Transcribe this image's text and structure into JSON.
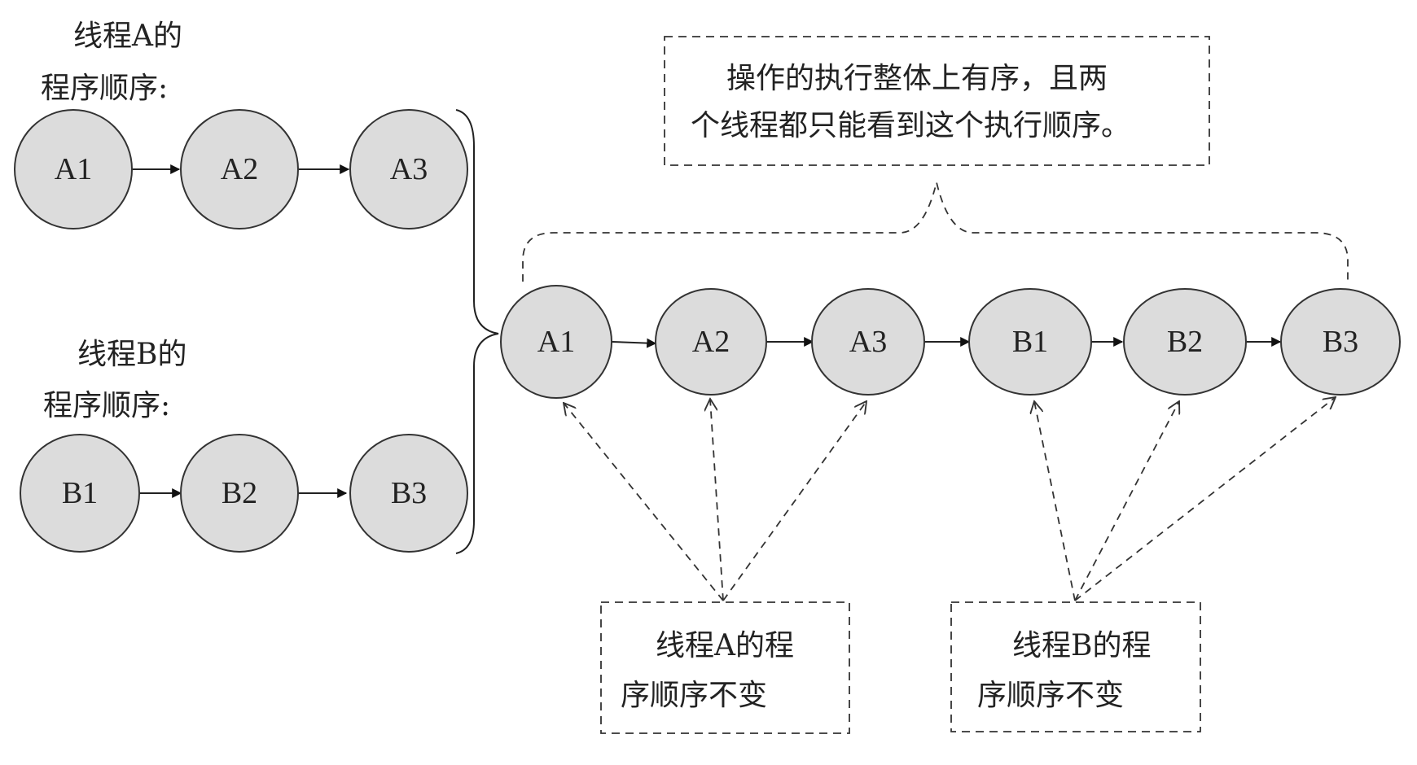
{
  "diagram": {
    "thread_a_caption": [
      "线程A的",
      "程序顺序:"
    ],
    "thread_b_caption": [
      "线程B的",
      "程序顺序:"
    ],
    "thread_a_nodes": [
      "A1",
      "A2",
      "A3"
    ],
    "thread_b_nodes": [
      "B1",
      "B2",
      "B3"
    ],
    "merged_nodes": [
      "A1",
      "A2",
      "A3",
      "B1",
      "B2",
      "B3"
    ],
    "top_note": [
      "操作的执行整体上有序，且两",
      "个线程都只能看到这个执行顺序。"
    ],
    "note_a": [
      "线程A的程",
      "序顺序不变"
    ],
    "note_b": [
      "线程B的程",
      "序顺序不变"
    ],
    "colors": {
      "node_fill": "#dcdcdc",
      "stroke": "#333333",
      "background": "#ffffff"
    }
  }
}
